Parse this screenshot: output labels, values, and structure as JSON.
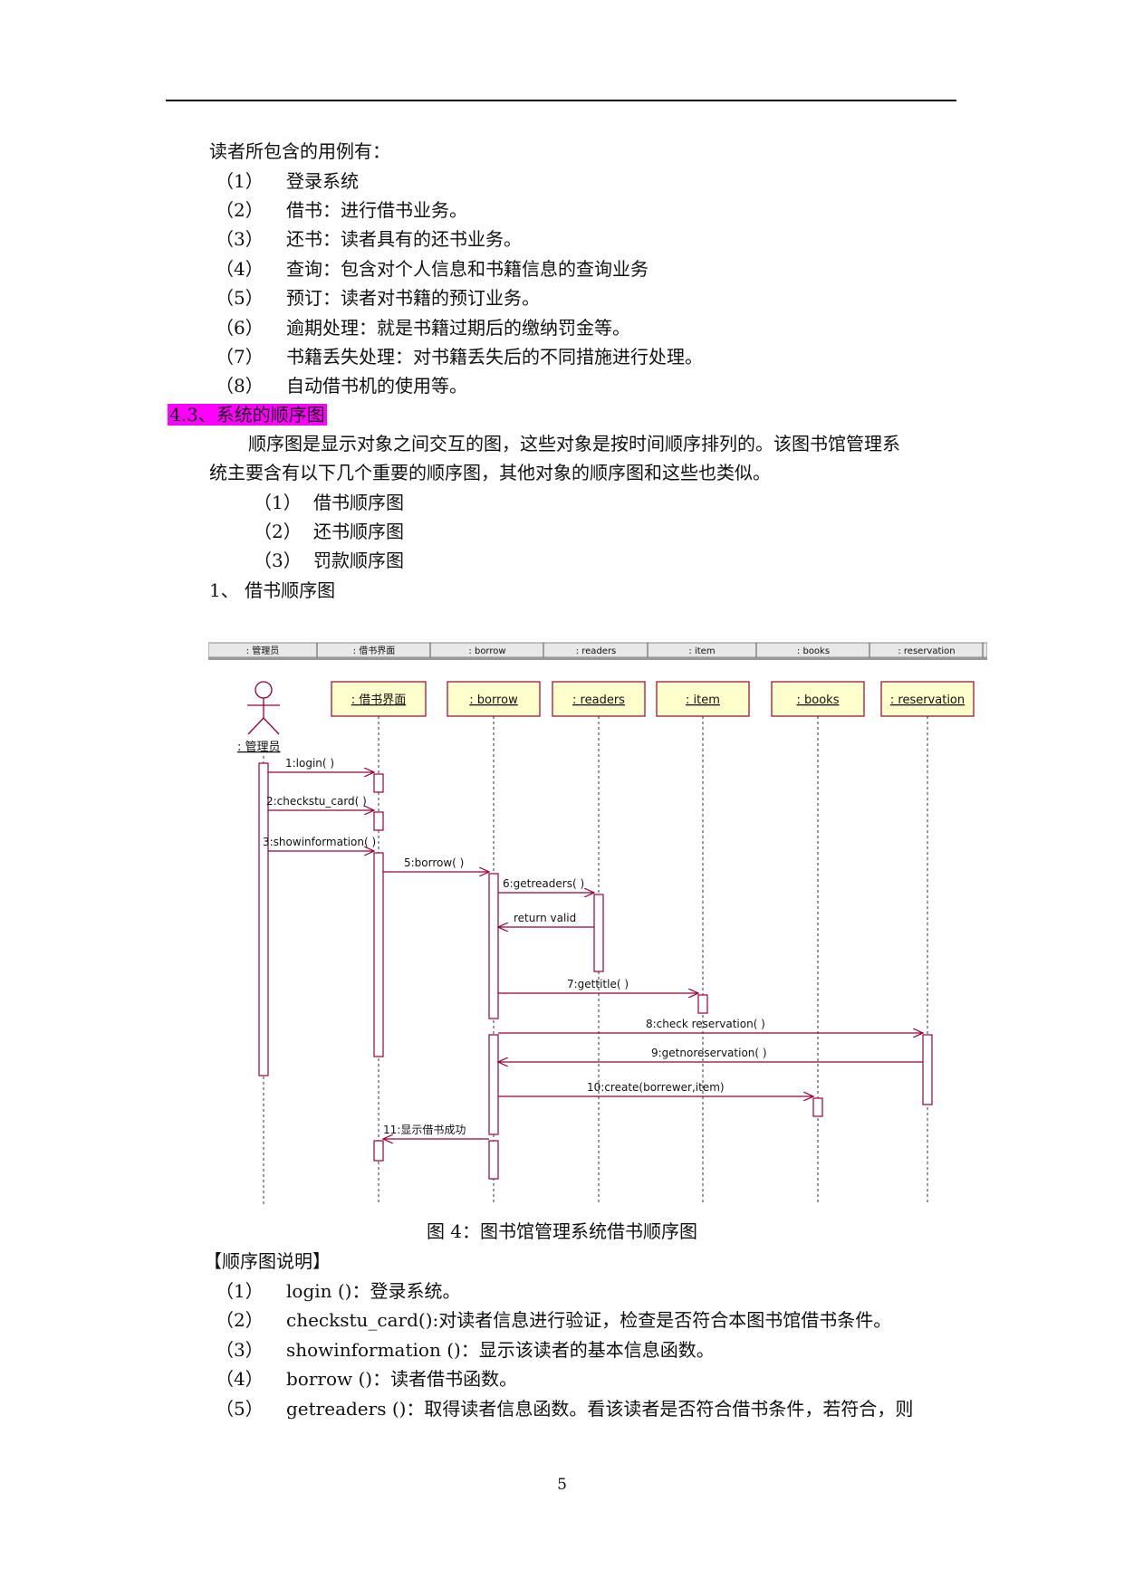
{
  "intro": "读者所包含的用例有：",
  "use_cases": [
    {
      "num": "（1）",
      "text": "登录系统"
    },
    {
      "num": "（2）",
      "text": "借书：进行借书业务。"
    },
    {
      "num": "（3）",
      "text": "还书：读者具有的还书业务。"
    },
    {
      "num": "（4）",
      "text": "查询：包含对个人信息和书籍信息的查询业务"
    },
    {
      "num": "（5）",
      "text": "预订：读者对书籍的预订业务。"
    },
    {
      "num": "（6）",
      "text": "逾期处理：就是书籍过期后的缴纳罚金等。"
    },
    {
      "num": "（7）",
      "text": "书籍丢失处理：对书籍丢失后的不同措施进行处理。"
    },
    {
      "num": "（8）",
      "text": "自动借书机的使用等。"
    }
  ],
  "section_heading": "4.3、系统的顺序图",
  "para1_line1": "顺序图是显示对象之间交互的图，这些对象是按时间顺序排列的。该图书馆管理系",
  "para1_line2": "统主要含有以下几个重要的顺序图，其他对象的顺序图和这些也类似。",
  "diagrams_list": [
    {
      "num": "（1）",
      "text": "借书顺序图"
    },
    {
      "num": "（2）",
      "text": "还书顺序图"
    },
    {
      "num": "（3）",
      "text": "罚款顺序图"
    }
  ],
  "subheading": "1、 借书顺序图",
  "sequence": {
    "header_labels": [
      ": 管理员",
      ": 借书界面",
      ": borrow",
      ": readers",
      ": item",
      ": books",
      ": reservation"
    ],
    "actor_label": ": 管理员",
    "objects": [
      ": 借书界面",
      ": borrow",
      ": readers",
      ": item",
      ": books",
      ": reservation"
    ],
    "messages": [
      "1:login( )",
      "2:checkstu_card( )",
      "3:showinformation( )",
      "5:borrow( )",
      "6:getreaders( )",
      "return valid",
      "7:gettitle( )",
      "8:check reservation( )",
      "9:getnoreservation( )",
      "10:create(borrewer,item)",
      "11:显示借书成功"
    ],
    "colors": {
      "box_fill": "#ffffcc",
      "line": "#990033"
    }
  },
  "figure_caption": "图 4：图书馆管理系统借书顺序图",
  "explain_heading": "【顺序图说明】",
  "explanations": [
    {
      "num": "（1）",
      "text": "login ()：登录系统。"
    },
    {
      "num": "（2）",
      "text": "checkstu_card():对读者信息进行验证，检查是否符合本图书馆借书条件。"
    },
    {
      "num": "（3）",
      "text": "showinformation ()：显示该读者的基本信息函数。"
    },
    {
      "num": "（4）",
      "text": "borrow ()：读者借书函数。"
    },
    {
      "num": "（5）",
      "text": "getreaders ()：取得读者信息函数。看该读者是否符合借书条件，若符合，则"
    }
  ],
  "page_number": "5"
}
